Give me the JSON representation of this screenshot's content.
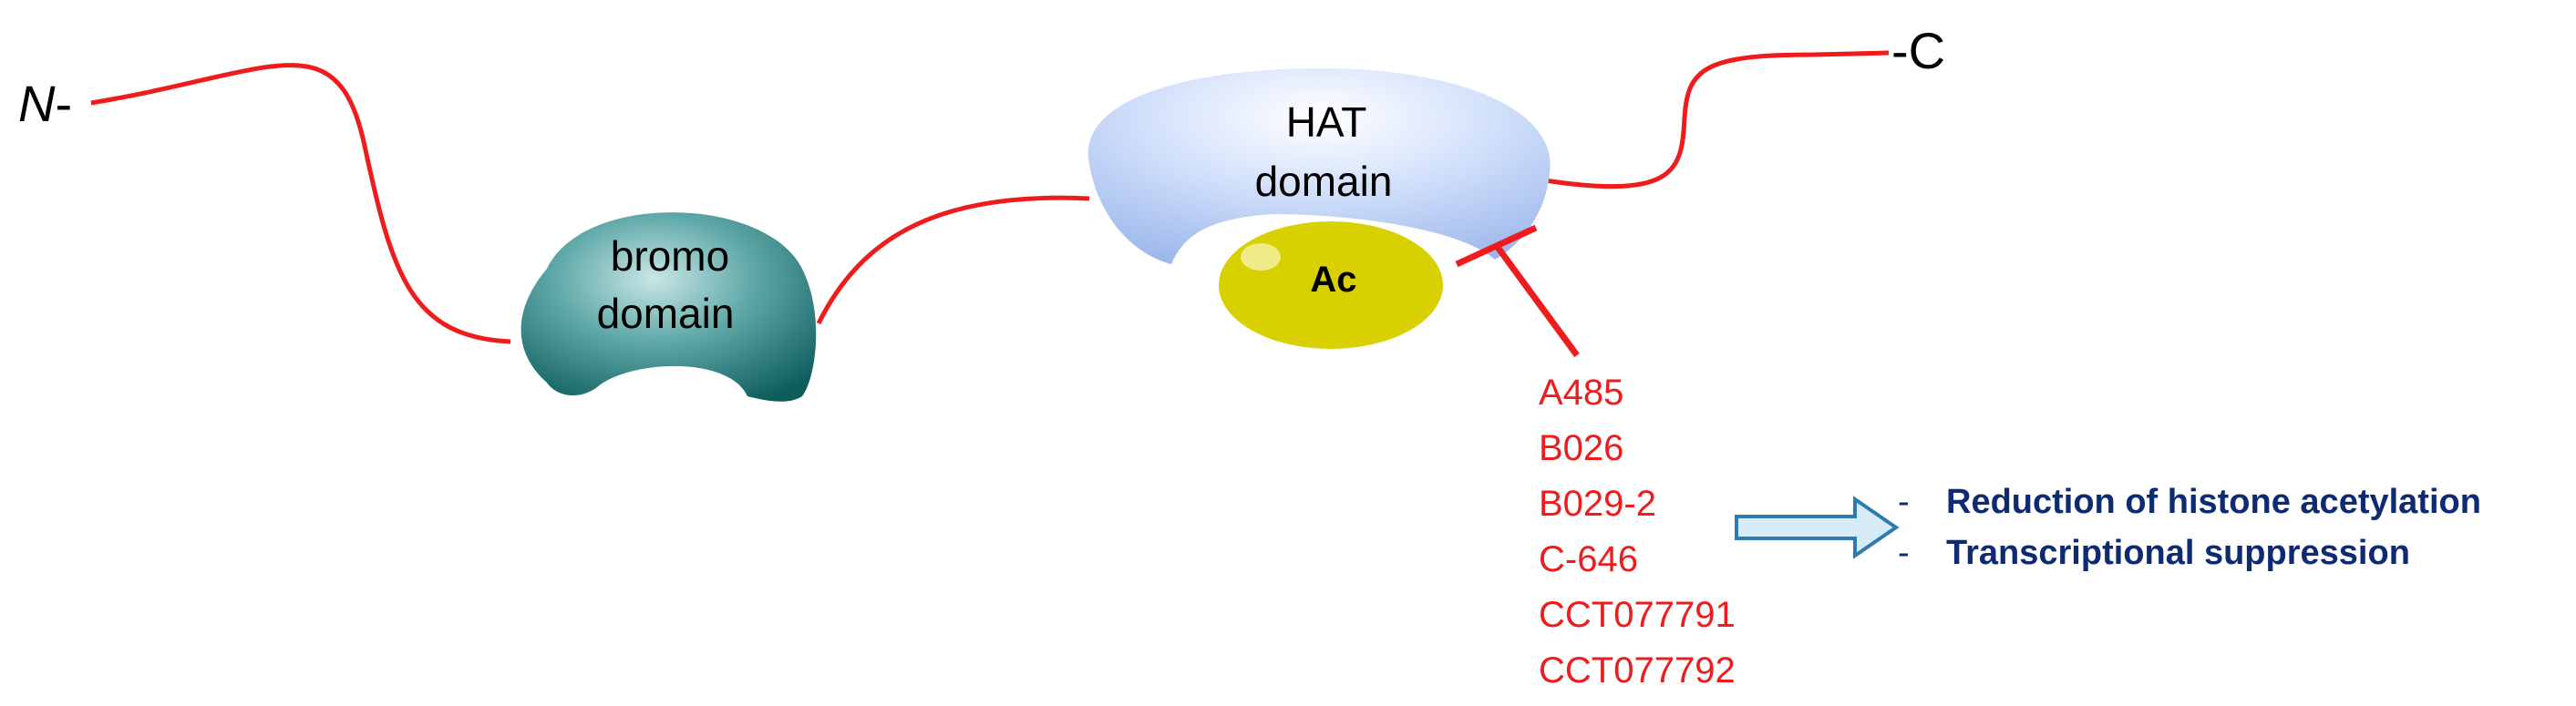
{
  "colors": {
    "chain": "#ee1c1c",
    "inhibitor_text": "#ee1c1c",
    "effect_text": "#0e2a73",
    "bromo_domain": "#1e7b7b",
    "hat_domain": "#b5ccf5",
    "acetyl": "#d8d000",
    "arrow_outline": "#2e7bb0",
    "arrow_fill": "#d6ecf8"
  },
  "termini": {
    "n_label": "N",
    "n_dash": "-",
    "c_label": "-C"
  },
  "domains": {
    "bromo": {
      "line1": "bromo",
      "line2": "domain"
    },
    "hat": {
      "line1": "HAT",
      "line2": "domain"
    },
    "acetyl": {
      "label": "Ac"
    }
  },
  "inhibitors": [
    "A485",
    "B026",
    "B029-2",
    "C-646",
    "CCT077791",
    "CCT077792"
  ],
  "effects": [
    {
      "bullet": "-",
      "text": "Reduction of histone acetylation"
    },
    {
      "bullet": "-",
      "text": "Transcriptional suppression"
    }
  ]
}
